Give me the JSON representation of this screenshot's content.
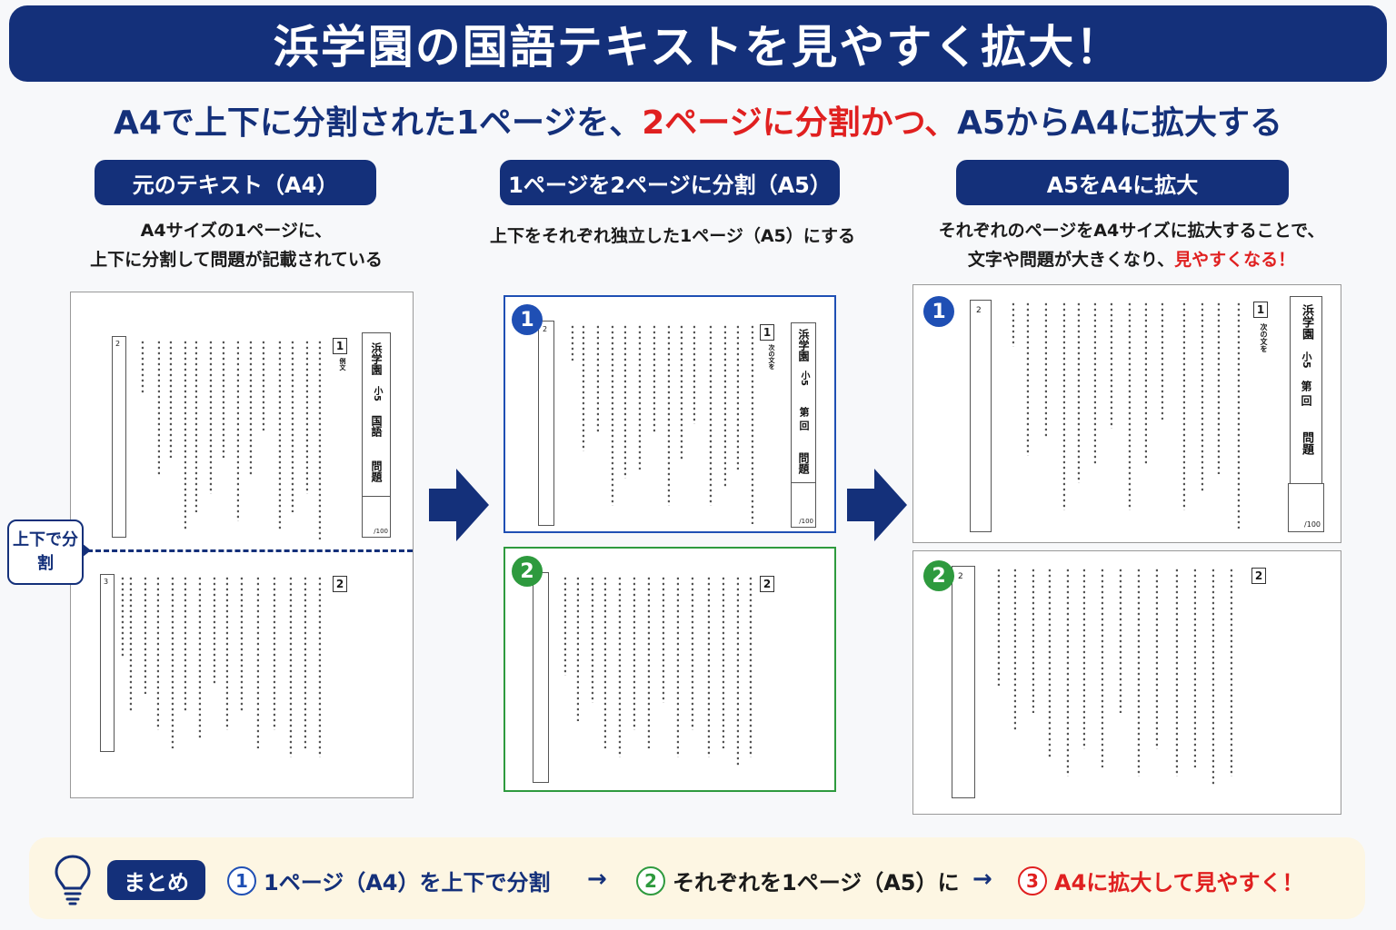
{
  "header": {
    "title": "浜学園の国語テキストを見やすく拡大！",
    "subtitle_part1": "A4で上下に分割された1ページを、",
    "subtitle_part2": "2ページに分割かつ、",
    "subtitle_part3": "A5からA4に拡大",
    "subtitle_part4": "する"
  },
  "steps": [
    {
      "label": "元のテキスト（A4）",
      "desc_line1": "A4サイズの1ページに、",
      "desc_line2": "上下に分割して問題が記載されている"
    },
    {
      "label": "1ページを2ページに分割（A5）",
      "desc_line1": "上下をそれぞれ独立した1ページ（A5）にする"
    },
    {
      "label": "A5をA4に拡大",
      "desc_line1": "それぞれのページをA4サイズに拡大することで、",
      "desc_line2_a": "文字や問題が大きくなり、",
      "desc_line2_b": "見やすくなる！"
    }
  ],
  "split_callout": "上下で分割",
  "page_labels": {
    "school": "浜学園",
    "grade": "小5",
    "subject": "国語",
    "round": "第 回",
    "problem": "問題",
    "page_num_1": "1",
    "page_num_2": "2",
    "side_num_top": "2",
    "side_num_bottom": "3",
    "score": "/100",
    "lead_a": "例文",
    "lead_b": "次の文を"
  },
  "circles": {
    "one": "1",
    "two": "2"
  },
  "summary": {
    "label": "まとめ",
    "step1_num": "1",
    "step1_text": "1ページ（A4）を上下で分割",
    "step2_num": "2",
    "step2_text": "それぞれを1ページ（A5）に",
    "step3_num": "3",
    "step3_text": "A4に拡大して見やすく！",
    "arrow": "→"
  },
  "colors": {
    "navy": "#14307a",
    "red": "#e02020",
    "blue": "#1f4fb4",
    "green": "#2e9a3e",
    "summary_bg": "#fdf6e3"
  }
}
